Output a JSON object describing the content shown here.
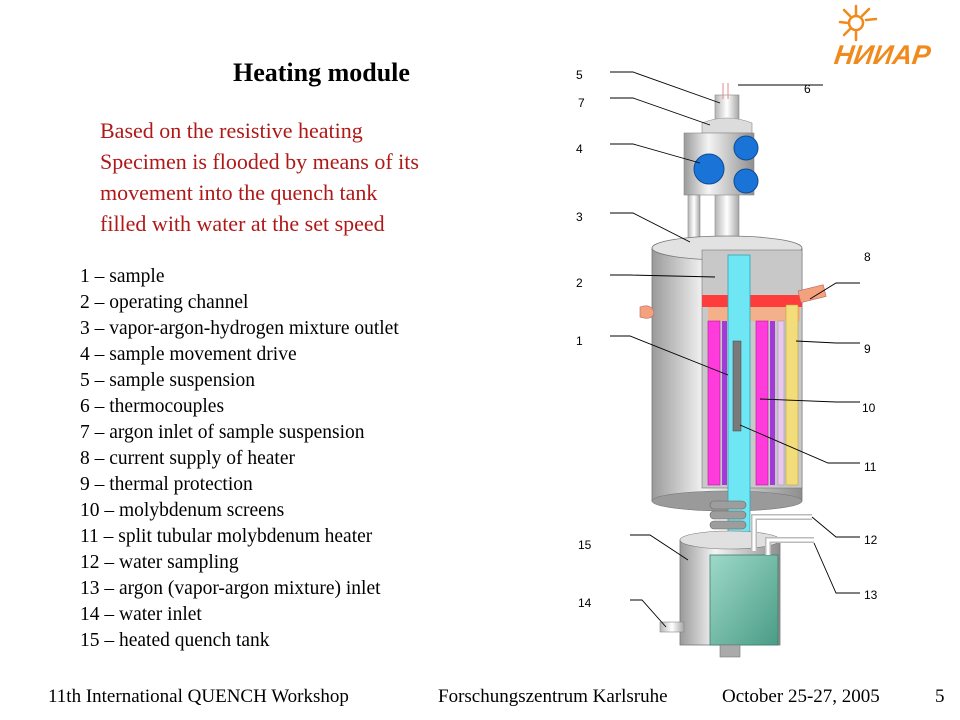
{
  "title": "Heating module",
  "intro": [
    "Based on the resistive heating",
    "Specimen is flooded by means of its",
    "movement into the quench tank",
    "filled with water at the set speed"
  ],
  "legend": [
    "1 – sample",
    "2 – operating channel",
    "3 – vapor-argon-hydrogen mixture outlet",
    "4 – sample movement drive",
    "5 – sample suspension",
    "6 – thermocouples",
    "7 – argon inlet of sample suspension",
    "8 – current supply of heater",
    "9 – thermal protection",
    "10 – molybdenum screens",
    "11 – split tubular molybdenum heater",
    "12 – water sampling",
    "13 – argon (vapor-argon mixture) inlet",
    "14 – water inlet",
    "15 – heated quench tank"
  ],
  "callouts": {
    "c1": "1",
    "c2": "2",
    "c3": "3",
    "c4": "4",
    "c5": "5",
    "c6": "6",
    "c7": "7",
    "c8": "8",
    "c9": "9",
    "c10": "10",
    "c11": "11",
    "c12": "12",
    "c13": "13",
    "c14": "14",
    "c15": "15"
  },
  "logo": {
    "text": "НИИАР",
    "color": "#f08a1c"
  },
  "colors": {
    "title_text": "#b01818",
    "heater": "#ff3bdc",
    "insulation": "#f2dd7a",
    "channel": "#6fe6f3",
    "tank_water": "#7fcfb8",
    "drive": "#1a74d8"
  },
  "footer": {
    "event": "11th International QUENCH Workshop",
    "host": "Forschungszentrum Karlsruhe",
    "date": "October 25-27, 2005",
    "page": "5"
  }
}
